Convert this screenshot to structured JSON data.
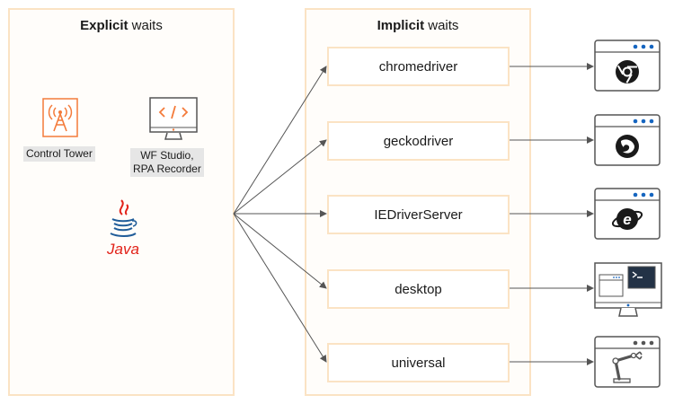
{
  "explicit_panel": {
    "title_bold": "Explicit",
    "title_rest": " waits"
  },
  "implicit_panel": {
    "title_bold": "Implicit",
    "title_rest": " waits"
  },
  "tools": {
    "control_tower": "Control Tower",
    "wf_studio_line1": "WF Studio,",
    "wf_studio_line2": "RPA Recorder",
    "java": "Java"
  },
  "drivers": [
    {
      "label": "chromedriver",
      "target_icon": "chrome-browser-icon"
    },
    {
      "label": "geckodriver",
      "target_icon": "firefox-browser-icon"
    },
    {
      "label": "IEDriverServer",
      "target_icon": "internet-explorer-browser-icon"
    },
    {
      "label": "desktop",
      "target_icon": "desktop-terminal-icon"
    },
    {
      "label": "universal",
      "target_icon": "robot-arm-window-icon"
    }
  ],
  "colors": {
    "panel_border": "#fbe3c4",
    "accent_orange": "#f47b3b",
    "java_red": "#e2231a",
    "dot_blue": "#1565c0",
    "connector": "#555555"
  }
}
